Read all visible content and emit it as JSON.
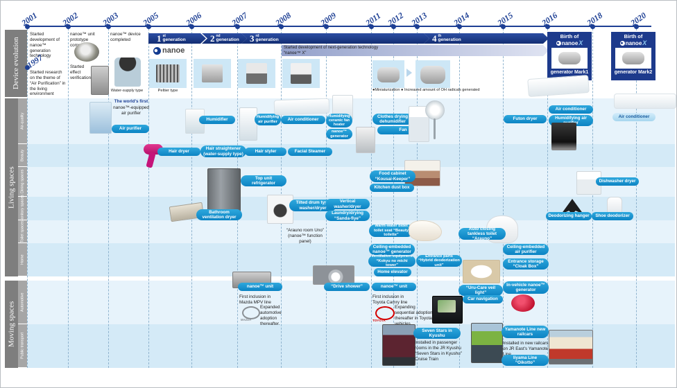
{
  "timeline": {
    "years": [
      "2001",
      "2002",
      "2003",
      "2005",
      "2006",
      "2007",
      "2008",
      "2009",
      "2011",
      "2012",
      "2013",
      "2014",
      "2015",
      "2016",
      "2018",
      "2020"
    ]
  },
  "sidebar": {
    "device_evolution": "Device evolution",
    "living_spaces": "Living spaces",
    "moving_spaces": "Moving spaces",
    "air_quality": "Air-quality",
    "beauty": "Beauty",
    "dining": "Dining spaces",
    "sanitary": "Sanitary spaces",
    "toilet": "Toilet spaces",
    "home": "Home",
    "automotive": "Automotive",
    "public_transport": "Public transport"
  },
  "evo": {
    "note2001": "Started development of nanoe™ generation technology",
    "year1997": "1997",
    "note1997": "Started research on the theme of “Air Purification” in the living environment",
    "note2002a": "nanoe™ unit prototype completed",
    "note2002b": "Started effect verification",
    "note2003": "nanoe™ device completed",
    "cap_water": "Water-supply type",
    "cap_peltier": "Peltier type",
    "gens": [
      {
        "n": "1",
        "suf": "st",
        "word": "generation"
      },
      {
        "n": "2",
        "suf": "nd",
        "word": "generation"
      },
      {
        "n": "3",
        "suf": "rd",
        "word": "generation"
      },
      {
        "n": "4",
        "suf": "th",
        "word": "generation"
      }
    ],
    "nanoe_logo": "nanoe",
    "nextgen": "Started development of next-generation technology “nanoe™ X”",
    "mini": "●Miniaturization",
    "oh": "● Increased amount of OH radicals generated",
    "birth_of": "Birth of",
    "nanoex": "nanoe",
    "x": "X",
    "mark1": "generator Mark1",
    "mark2": "generator Mark2"
  },
  "notes": {
    "world1": "The world's first",
    "world2": "nanoe™-equipped air purifier",
    "arauno_room": "“Arauno room Uno” (nanoe™ function panel)",
    "mazda_first": "First inclusion in Mazda MPV line",
    "mazda_expand": "Expanded automotive adoption thereafter.",
    "mazda_logo": "MAZDA",
    "toyota_first": "First inclusion in Toyota Camry line",
    "toyota_expand": "Expanding sequential adoption thereafter in Toyota vehicles.",
    "toyota_logo": "TOYOTA",
    "seven_note": "Installed in passenger rooms in the JR Kyushu “Seven Stars in Kyushu” Cruise Train",
    "yamanote_note": "Installed in new railcars on JR East's Yamanote Line"
  },
  "pills": {
    "aq_air_purifier": "Air purifier",
    "aq_humidifier": "Humidifier",
    "aq_hum_air_purifier": "Humidifying air purifier",
    "aq_air_conditioner": "Air conditioner",
    "aq_fan_heater": "Humidifying ceramic fan heater",
    "aq_nanoe_generator": "nanoe™ generator",
    "aq_clothes_dehumidifier": "Clothes drying dehumidifier",
    "aq_fan": "Fan",
    "aq_futon_dryer": "Futon dryer",
    "aq_air_conditioner2": "Air conditioner",
    "aq_hum_air_purifier2": "Humidifying air purifier",
    "aq_air_conditioner3": "Air conditioner",
    "b_hair_dryer": "Hair dryer",
    "b_hair_straightener": "Hair straightener (water-supply type)",
    "b_hair_styler": "Hair styler",
    "b_facial_steamer": "Facial Steamer",
    "d_top_unit_fridge": "Top unit refrigerator",
    "d_food_cabinet": "Food cabinet “Kousai-Keeper”",
    "d_kitchen_dust_box": "Kitchen dust box",
    "d_dishwasher": "Dishwasher dryer",
    "s_bathroom_vent": "Bathroom ventilation dryer",
    "s_tilted_drum": "Tilted drum type washer/dryer",
    "s_vertical_washer": "Vertical washer/dryer",
    "s_sanda": "Laundry/drying “Sanda-fiye”",
    "s_deodorizing_hanger": "Deodorizing hanger",
    "s_shoe_deodorizer": "Shoe deodorizer",
    "t_bidet": "Warm-water bidet toilet seat “Beauty toilette”",
    "t_arauno": "Auto closing tankless toilet “Arauno”",
    "h_ceiling_nanoe": "Ceiling-embedded nanoe™ generator",
    "h_ventilation": "Ventilation equipment “Kokyu no michi tower”",
    "h_home_elevator": "Home elevator",
    "h_entrance_parts": "Entrance parts “Hybrid deodorization unit”",
    "h_ceiling_purifier": "Ceiling-embedded air purifier",
    "h_entrance_storage": "Entrance storage “Cloak Box”",
    "a_nanoe_unit1": "nanoe™ unit",
    "a_drive_shower": "“Drive shower”",
    "a_nanoe_unit2": "nanoe™ unit",
    "a_uru_care": "“Uru-Care veil light”",
    "a_car_nav": "Car navigation",
    "a_in_vehicle": "In-vehicle nanoe™ generator",
    "pt_seven_stars": "Seven Stars in Kyushu",
    "pt_yamanote": "Yamanote Line new railcars",
    "pt_iiyama": "Iiyama Line “Oikotto”"
  }
}
